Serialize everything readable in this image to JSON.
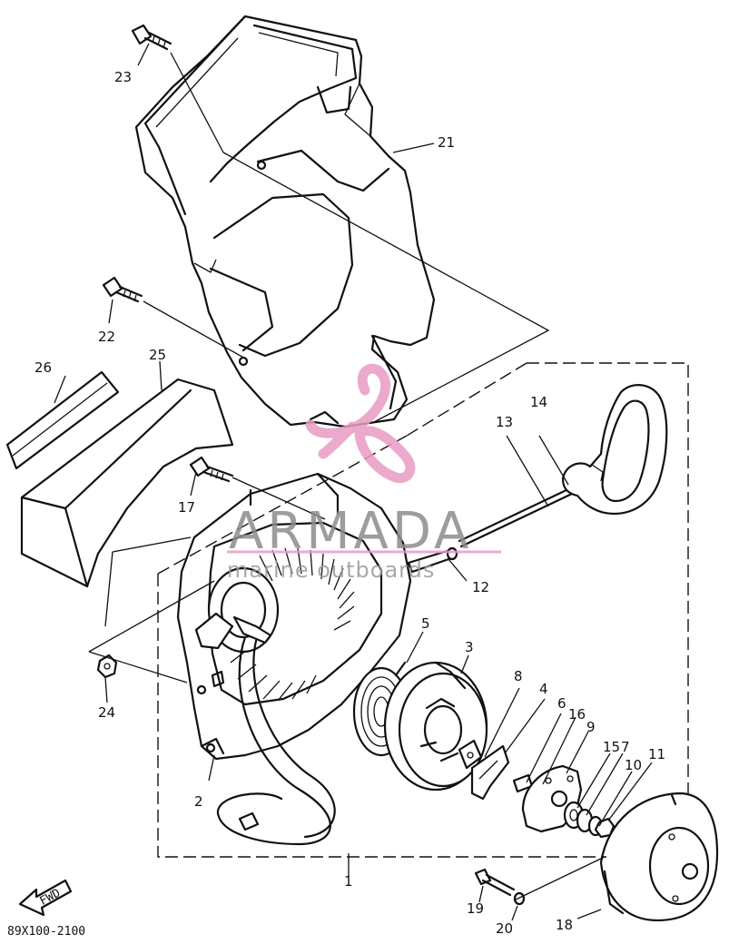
{
  "diagram_code": "89X100-2100",
  "fwd_label": "FWD",
  "watermark": {
    "brand": "ARMADA",
    "tagline": "marine outboards",
    "logo_color": "#e89cc4",
    "text_color": "#8c8c8c"
  },
  "parts": [
    {
      "id": "p1",
      "label": "1"
    },
    {
      "id": "p2",
      "label": "2"
    },
    {
      "id": "p3",
      "label": "3"
    },
    {
      "id": "p4",
      "label": "4"
    },
    {
      "id": "p5",
      "label": "5"
    },
    {
      "id": "p6",
      "label": "6"
    },
    {
      "id": "p7",
      "label": "7"
    },
    {
      "id": "p8",
      "label": "8"
    },
    {
      "id": "p9",
      "label": "9"
    },
    {
      "id": "p10",
      "label": "10"
    },
    {
      "id": "p11",
      "label": "11"
    },
    {
      "id": "p12",
      "label": "12"
    },
    {
      "id": "p13",
      "label": "13"
    },
    {
      "id": "p14",
      "label": "14"
    },
    {
      "id": "p15",
      "label": "15"
    },
    {
      "id": "p16",
      "label": "16"
    },
    {
      "id": "p17",
      "label": "17"
    },
    {
      "id": "p18",
      "label": "18"
    },
    {
      "id": "p19",
      "label": "19"
    },
    {
      "id": "p20",
      "label": "20"
    },
    {
      "id": "p21",
      "label": "21"
    },
    {
      "id": "p22",
      "label": "22"
    },
    {
      "id": "p23",
      "label": "23"
    },
    {
      "id": "p24",
      "label": "24"
    },
    {
      "id": "p25",
      "label": "25"
    },
    {
      "id": "p26",
      "label": "26"
    }
  ]
}
